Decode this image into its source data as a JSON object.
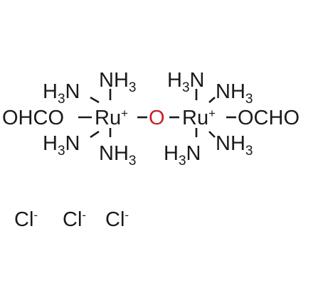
{
  "molecule": {
    "ligands": {
      "formate_left": "OHCO",
      "formate_right": "OCHO",
      "amine_n": "N",
      "amine_h": "H",
      "sub_3": "3"
    },
    "metal_left": {
      "symbol": "Ru",
      "charge": "+"
    },
    "metal_right": {
      "symbol": "Ru",
      "charge": "+"
    },
    "bridge_oxygen": "O",
    "counterions": [
      {
        "symbol": "Cl",
        "charge": "-"
      },
      {
        "symbol": "Cl",
        "charge": "-"
      },
      {
        "symbol": "Cl",
        "charge": "-"
      }
    ]
  },
  "colors": {
    "text": "#1a1a1a",
    "oxygen": "#c42026"
  }
}
